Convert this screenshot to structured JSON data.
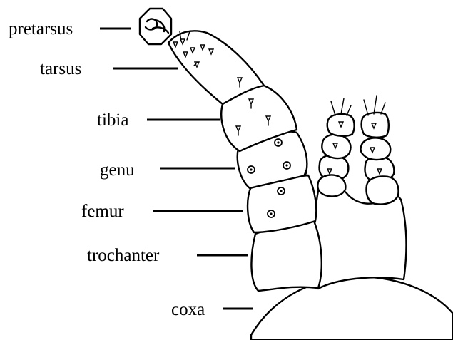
{
  "labels": {
    "pretarsus": "pretarsus",
    "tarsus": "tarsus",
    "tibia": "tibia",
    "genu": "genu",
    "femur": "femur",
    "trochanter": "trochanter",
    "coxa": "coxa"
  },
  "colors": {
    "ink": "#000000",
    "background": "#ffffff"
  }
}
